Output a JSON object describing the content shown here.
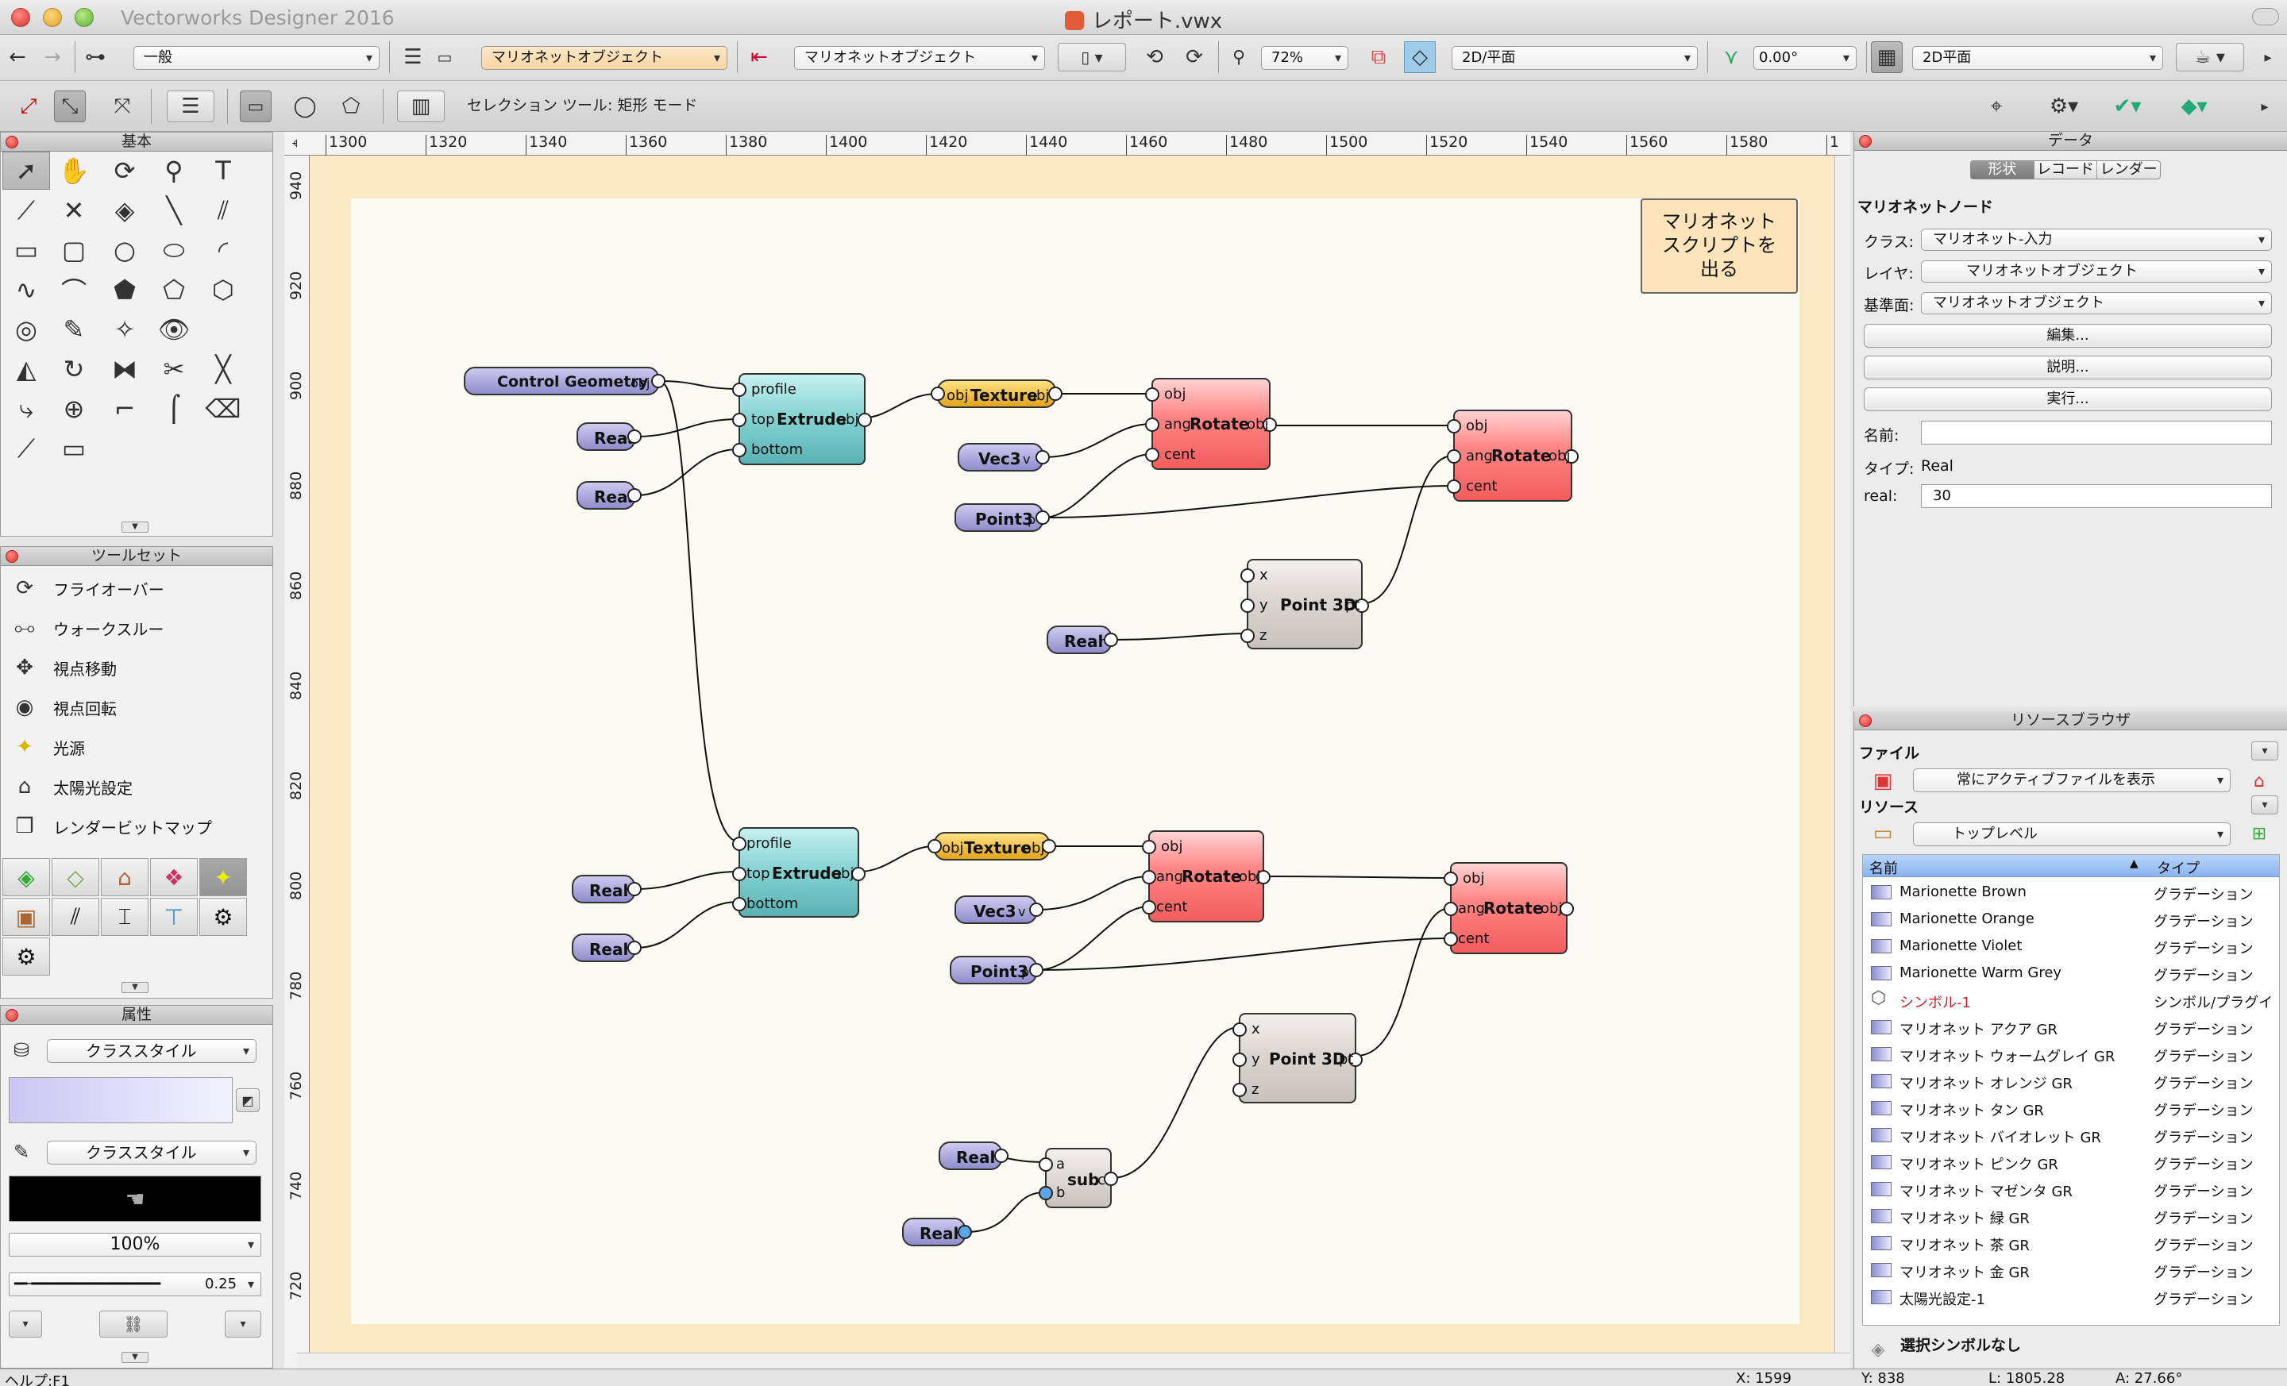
{
  "app": {
    "title": "Vectorworks Designer 2016",
    "document": "レポート.vwx"
  },
  "toolbar1": {
    "class_dropdown": "一般",
    "layer_dropdown": "マリオネットオブジェクト",
    "view_dropdown": "マリオネットオブジェクト",
    "zoom": "72%",
    "view_plane": "2D/平面",
    "rotation": "0.00°",
    "render_plane": "2D平面"
  },
  "toolbar2": {
    "mode_text": "セレクション ツール: 矩形 モード"
  },
  "basic_palette": {
    "title": "基本"
  },
  "toolset_palette": {
    "title": "ツールセット",
    "items": [
      {
        "label": "フライオーバー",
        "icon": "flyover-icon"
      },
      {
        "label": "ウォークスルー",
        "icon": "walkthrough-icon"
      },
      {
        "label": "視点移動",
        "icon": "pan-view-icon"
      },
      {
        "label": "視点回転",
        "icon": "rotate-view-icon"
      },
      {
        "label": "光源",
        "icon": "light-source-icon"
      },
      {
        "label": "太陽光設定",
        "icon": "sun-settings-icon"
      },
      {
        "label": "レンダービットマップ",
        "icon": "render-bitmap-icon"
      }
    ]
  },
  "attributes_palette": {
    "title": "属性",
    "fill_style": "クラススタイル",
    "pen_style": "クラススタイル",
    "opacity": "100%",
    "line_weight": "0.25",
    "fill_color": "#c9c7f2",
    "pen_color": "#000000"
  },
  "rulers": {
    "h_ticks": [
      "1300",
      "1320",
      "1340",
      "1360",
      "1380",
      "1400",
      "1420",
      "1440",
      "1460",
      "1480",
      "1500",
      "1520",
      "1540",
      "1560",
      "1580",
      "1"
    ],
    "v_ticks": [
      "940",
      "920",
      "900",
      "880",
      "860",
      "840",
      "820",
      "800",
      "780",
      "760",
      "740",
      "720"
    ]
  },
  "note": {
    "lines": [
      "マリオネット",
      "スクリプトを",
      "出る"
    ]
  },
  "graph": {
    "ctrl_geom": "Control Geometry",
    "obj": "obj",
    "real": "Real",
    "real_port": "r",
    "extrude": "Extrude",
    "profile": "profile",
    "top": "top",
    "bottom": "bottom",
    "texture": "Texture",
    "rotate": "Rotate",
    "ang": "ang",
    "cent": "cent",
    "vec3": "Vec3",
    "vec3_port": "v",
    "point3": "Point3",
    "point3_port": "p",
    "point3d": "Point 3D",
    "pt": "pt",
    "x": "x",
    "y": "y",
    "z": "z",
    "sub": "sub",
    "sub_c": "c",
    "sub_a": "a",
    "sub_b": "b"
  },
  "data_panel": {
    "title": "データ",
    "tabs": [
      "形状",
      "レコード",
      "レンダー"
    ],
    "node_title": "マリオネットノード",
    "class_label": "クラス:",
    "class_value": "マリオネット-入力",
    "layer_label": "レイヤ:",
    "layer_value": "マリオネットオブジェクト",
    "plane_label": "基準面:",
    "plane_value": "マリオネットオブジェクト",
    "edit_btn": "編集...",
    "desc_btn": "説明...",
    "run_btn": "実行...",
    "name_label": "名前:",
    "name_value": "",
    "type_label": "タイプ:",
    "type_value": "Real",
    "real_label": "real:",
    "real_value": "30"
  },
  "resource_browser": {
    "title": "リソースブラウザ",
    "file_label": "ファイル",
    "file_value": "常にアクティブファイルを表示",
    "resource_label": "リソース",
    "resource_value": "トップレベル",
    "col_name": "名前",
    "col_type": "タイプ",
    "items": [
      {
        "name": "Marionette Brown",
        "type": "グラデーション"
      },
      {
        "name": "Marionette Orange",
        "type": "グラデーション"
      },
      {
        "name": "Marionette Violet",
        "type": "グラデーション"
      },
      {
        "name": "Marionette Warm Grey",
        "type": "グラデーション"
      },
      {
        "name": "シンボル-1",
        "type": "シンボル/プラグイ"
      },
      {
        "name": "マリオネット アクア GR",
        "type": "グラデーション"
      },
      {
        "name": "マリオネット ウォームグレイ GR",
        "type": "グラデーション"
      },
      {
        "name": "マリオネット オレンジ GR",
        "type": "グラデーション"
      },
      {
        "name": "マリオネット タン GR",
        "type": "グラデーション"
      },
      {
        "name": "マリオネット バイオレット GR",
        "type": "グラデーション"
      },
      {
        "name": "マリオネット ピンク GR",
        "type": "グラデーション"
      },
      {
        "name": "マリオネット マゼンタ GR",
        "type": "グラデーション"
      },
      {
        "name": "マリオネット 緑 GR",
        "type": "グラデーション"
      },
      {
        "name": "マリオネット 茶 GR",
        "type": "グラデーション"
      },
      {
        "name": "マリオネット 金 GR",
        "type": "グラデーション"
      },
      {
        "name": "太陽光設定-1",
        "type": "グラデーション"
      }
    ],
    "footer": "選択シンボルなし"
  },
  "status": {
    "help": "ヘルプ:F1",
    "x": "X: 1599",
    "y": "Y: 838",
    "l": "L: 1805.28",
    "a": "A: 27.66°"
  }
}
